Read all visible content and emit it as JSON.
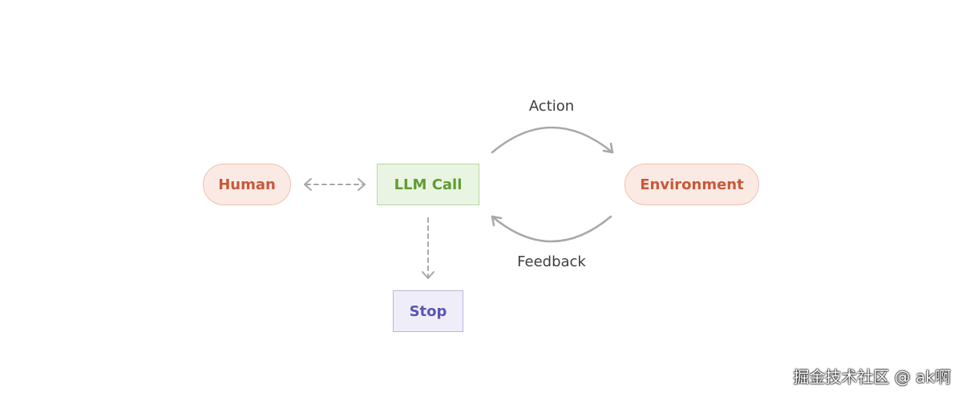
{
  "nodes": {
    "human": "Human",
    "llm_call": "LLM Call",
    "environment": "Environment",
    "stop": "Stop"
  },
  "edges": {
    "action": "Action",
    "feedback": "Feedback"
  },
  "watermark": "掘金技术社区 @ ak啊",
  "colors": {
    "human_fill": "#fbeae4",
    "human_text": "#c7593a",
    "llm_fill": "#eaf4e2",
    "llm_text": "#5f9c32",
    "stop_fill": "#efeef8",
    "stop_text": "#5c55b2",
    "arrow": "#a8a8a4"
  }
}
